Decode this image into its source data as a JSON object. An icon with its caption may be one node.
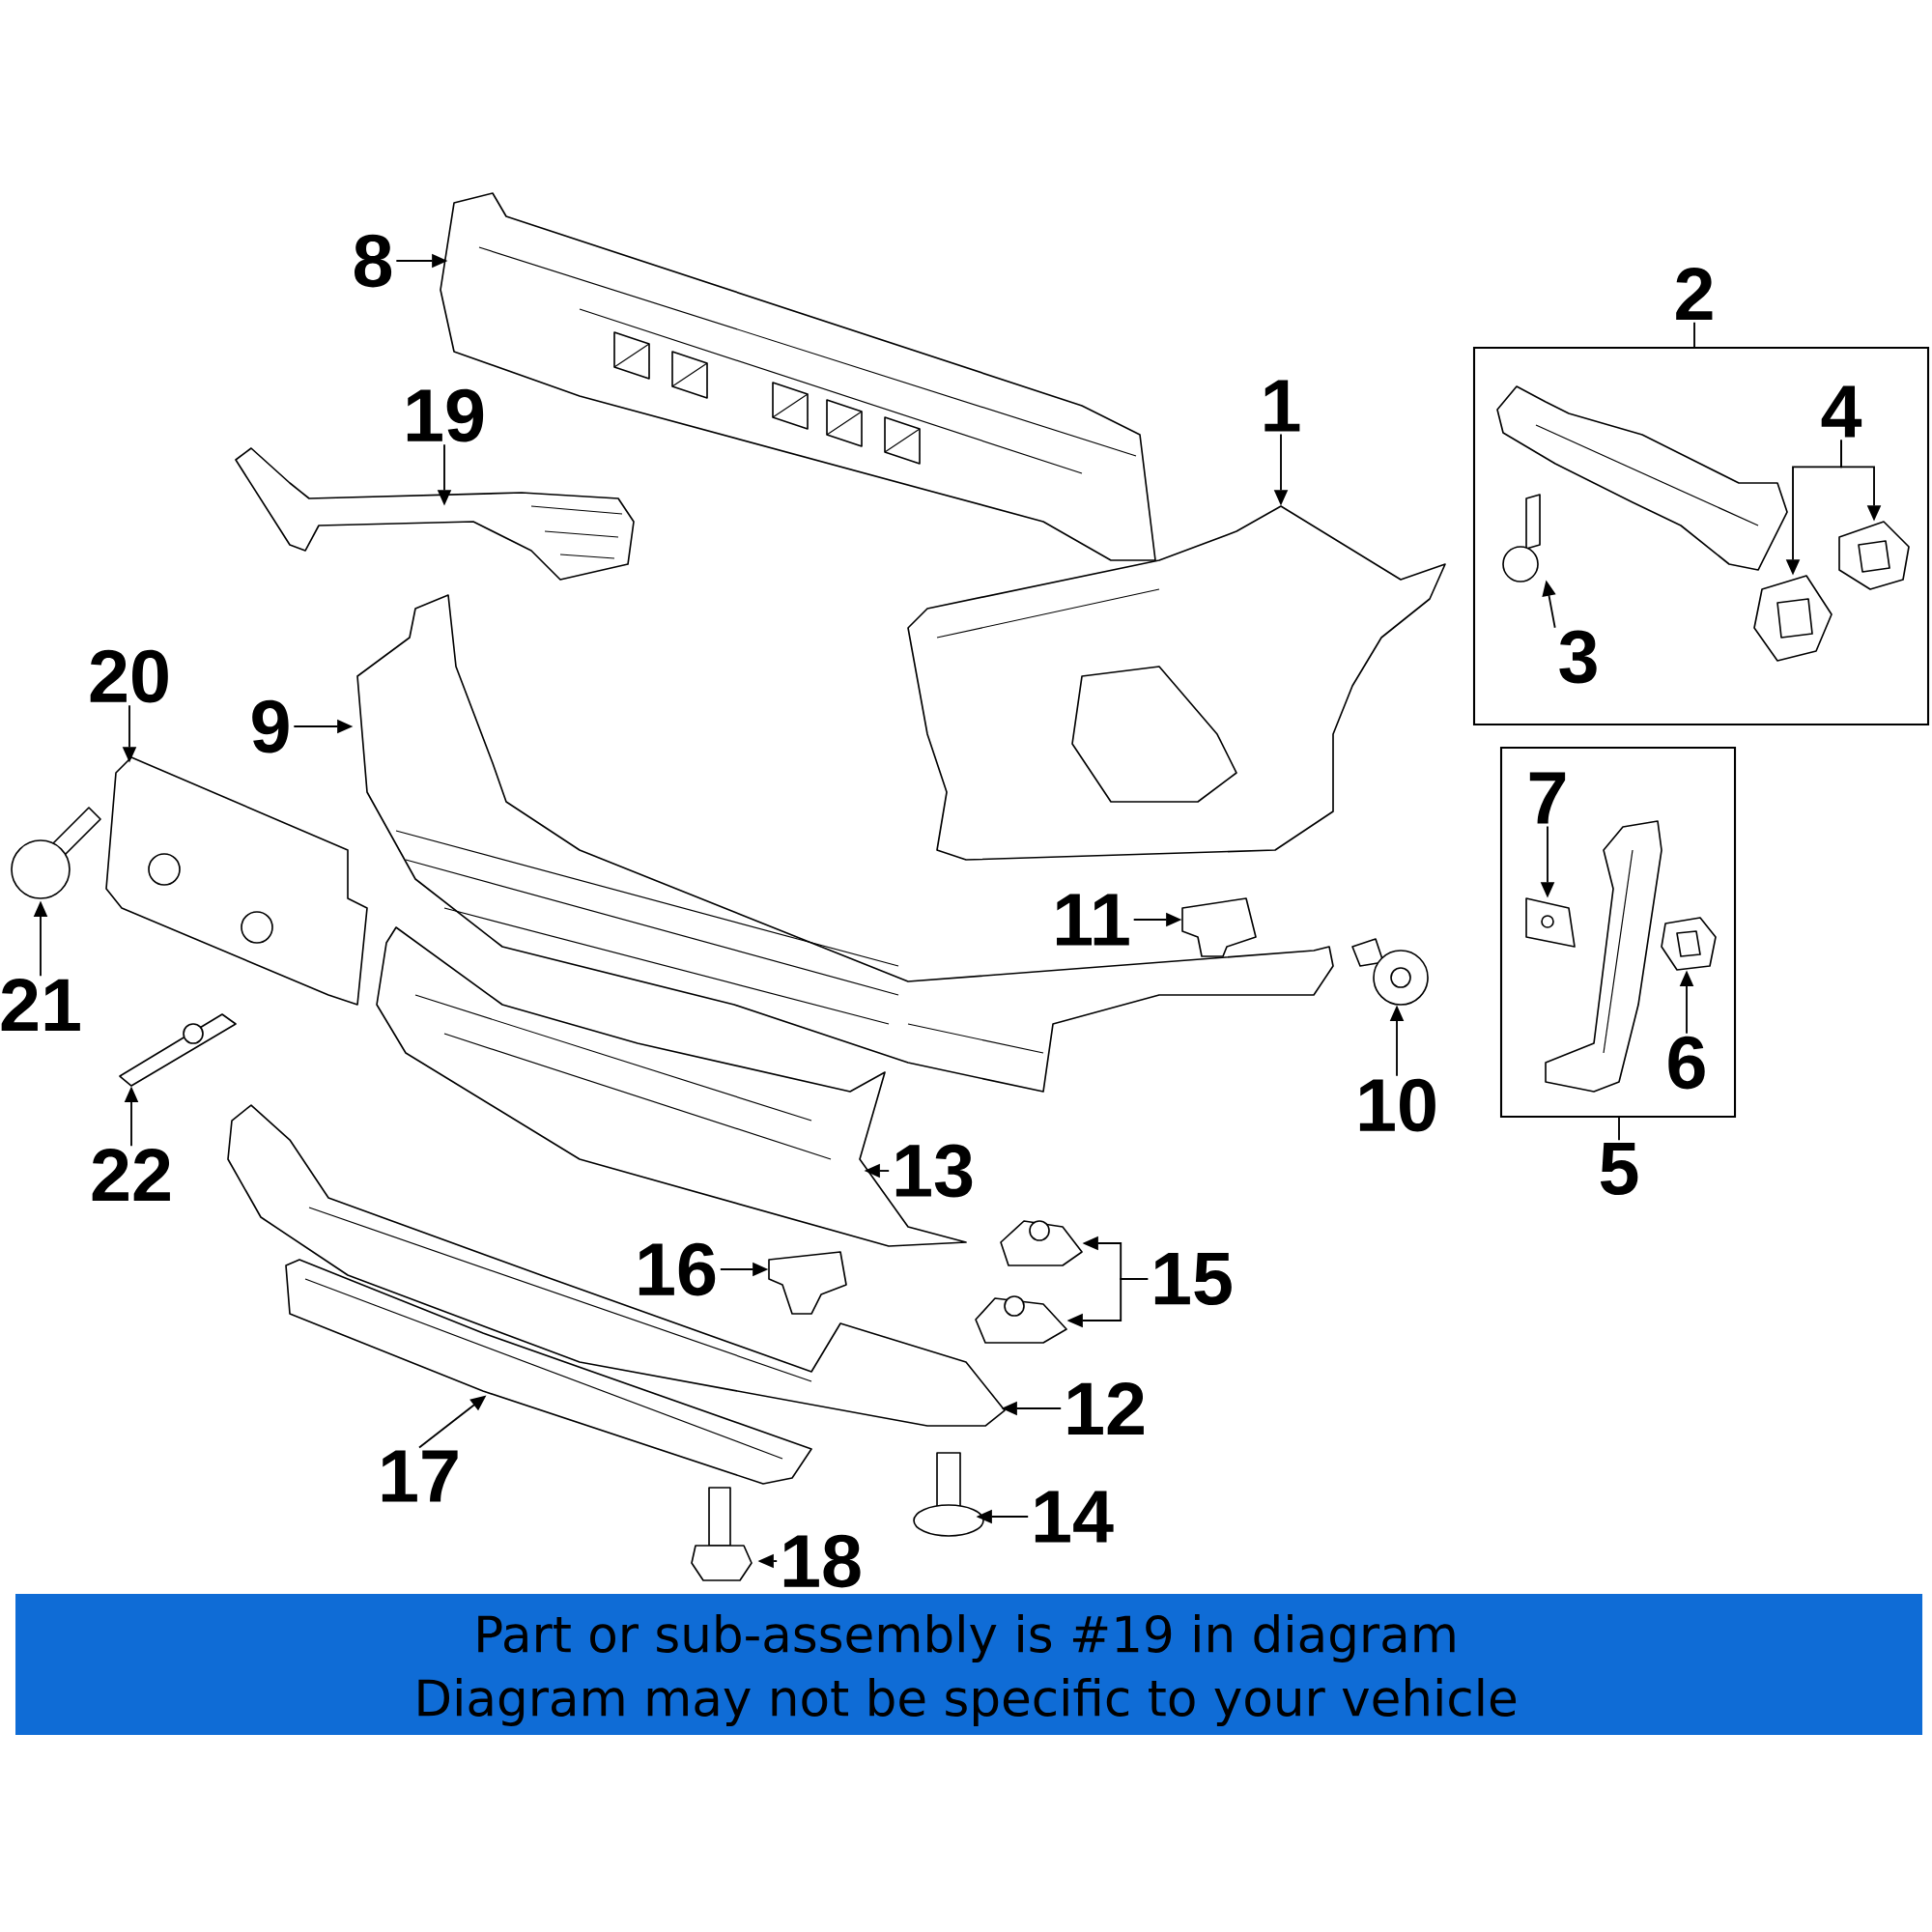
{
  "diagram": {
    "nodes": [
      {
        "text": [
          "8"
        ]
      },
      {
        "text": [],
        "shape": "picture"
      },
      {
        "text": [
          "2"
        ]
      },
      {
        "text": [],
        "shape": "box"
      },
      {
        "text": [],
        "shape": "picture",
        "in": 3
      },
      {
        "text": [
          "4"
        ],
        "in": 3
      },
      {
        "text": [],
        "shape": "picture",
        "in": 3
      },
      {
        "text": [],
        "shape": "picture",
        "in": 3
      },
      {
        "text": [],
        "shape": "picture",
        "in": 3
      },
      {
        "text": [
          "3"
        ],
        "in": 3
      },
      {
        "text": [
          "19"
        ]
      },
      {
        "text": [],
        "shape": "picture"
      },
      {
        "text": [
          "1"
        ]
      },
      {
        "text": [],
        "shape": "picture"
      },
      {
        "text": [
          "20"
        ]
      },
      {
        "text": [],
        "shape": "picture"
      },
      {
        "text": [
          "9"
        ]
      },
      {
        "text": [],
        "shape": "picture"
      },
      {
        "text": [],
        "shape": "box"
      },
      {
        "text": [
          "7"
        ],
        "in": 18
      },
      {
        "text": [],
        "shape": "picture",
        "in": 18
      },
      {
        "text": [],
        "shape": "picture",
        "in": 18
      },
      {
        "text": [],
        "shape": "picture",
        "in": 18
      },
      {
        "text": [
          "6"
        ],
        "in": 18
      },
      {
        "text": [
          "5"
        ]
      },
      {
        "text": [
          "21"
        ]
      },
      {
        "text": [],
        "shape": "picture"
      },
      {
        "text": [
          "11"
        ]
      },
      {
        "text": [],
        "shape": "picture"
      },
      {
        "text": [],
        "shape": "picture"
      },
      {
        "text": [
          "10"
        ]
      },
      {
        "text": [],
        "shape": "picture"
      },
      {
        "text": [
          "22"
        ]
      },
      {
        "text": [],
        "shape": "picture"
      },
      {
        "text": [
          "13"
        ]
      },
      {
        "text": [],
        "shape": "picture"
      },
      {
        "text": [],
        "shape": "picture"
      },
      {
        "text": [
          "15"
        ]
      },
      {
        "text": [
          "16"
        ]
      },
      {
        "text": [],
        "shape": "picture"
      },
      {
        "text": [],
        "shape": "picture"
      },
      {
        "text": [
          "12"
        ]
      },
      {
        "text": [],
        "shape": "picture"
      },
      {
        "text": [
          "17"
        ]
      },
      {
        "text": [],
        "shape": "picture"
      },
      {
        "text": [
          "14"
        ]
      },
      {
        "text": [],
        "shape": "picture"
      },
      {
        "text": [
          "18"
        ]
      }
    ],
    "edges": [
      {
        "from": 0,
        "to": 1,
        "arrow": "to"
      },
      {
        "from": 2,
        "to": 3,
        "arrow": "none"
      },
      {
        "from": 5,
        "to": 6,
        "arrow": "to"
      },
      {
        "from": 5,
        "to": 7,
        "arrow": "to"
      },
      {
        "from": 9,
        "to": 8,
        "arrow": "to"
      },
      {
        "from": 10,
        "to": 11,
        "arrow": "to"
      },
      {
        "from": 12,
        "to": 13,
        "arrow": "to"
      },
      {
        "from": 14,
        "to": 15,
        "arrow": "to"
      },
      {
        "from": 16,
        "to": 17,
        "arrow": "to"
      },
      {
        "from": 19,
        "to": 20,
        "arrow": "to"
      },
      {
        "from": 23,
        "to": 22,
        "arrow": "to"
      },
      {
        "from": 24,
        "to": 18,
        "arrow": "none"
      },
      {
        "from": 25,
        "to": 26,
        "arrow": "to"
      },
      {
        "from": 27,
        "to": 28,
        "arrow": "to"
      },
      {
        "from": 30,
        "to": 29,
        "arrow": "to"
      },
      {
        "from": 32,
        "to": 31,
        "arrow": "to"
      },
      {
        "from": 34,
        "to": 33,
        "arrow": "to"
      },
      {
        "from": 37,
        "to": 35,
        "arrow": "to"
      },
      {
        "from": 37,
        "to": 36,
        "arrow": "to"
      },
      {
        "from": 38,
        "to": 39,
        "arrow": "to"
      },
      {
        "from": 41,
        "to": 40,
        "arrow": "to"
      },
      {
        "from": 43,
        "to": 42,
        "arrow": "to"
      },
      {
        "from": 45,
        "to": 44,
        "arrow": "to"
      },
      {
        "from": 47,
        "to": 46,
        "arrow": "to"
      }
    ],
    "labels": [
      "Part or sub-assembly is #19 in diagram",
      "Diagram may not be specific to your vehicle"
    ]
  }
}
